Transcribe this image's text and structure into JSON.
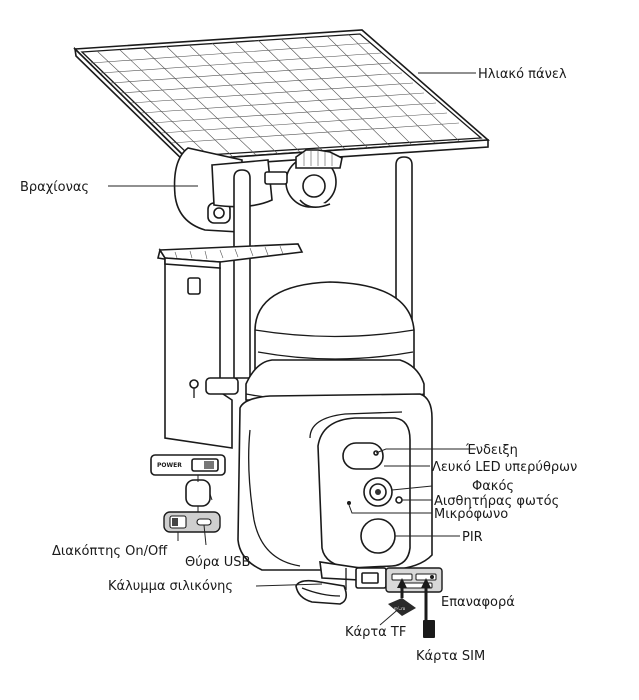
{
  "labels": {
    "solar_panel": "Ηλιακό πάνελ",
    "bracket": "Βραχίονας",
    "indicator": "Ένδειξη",
    "white_led": "Λευκό LED υπερύθρων",
    "lens": "Φακός",
    "light_sensor": "Αισθητήρας φωτός",
    "microphone": "Μικρόφωνο",
    "pir": "PIR",
    "power_switch": "Διακόπτης On/Off",
    "usb_port": "Θύρα USB",
    "silicone_cover": "Κάλυμμα σιλικόνης",
    "reset": "Επαναφορά",
    "tf_card": "Κάρτα TF",
    "sim_card": "Κάρτα SIM"
  },
  "device_marking": {
    "power": "POWER"
  }
}
